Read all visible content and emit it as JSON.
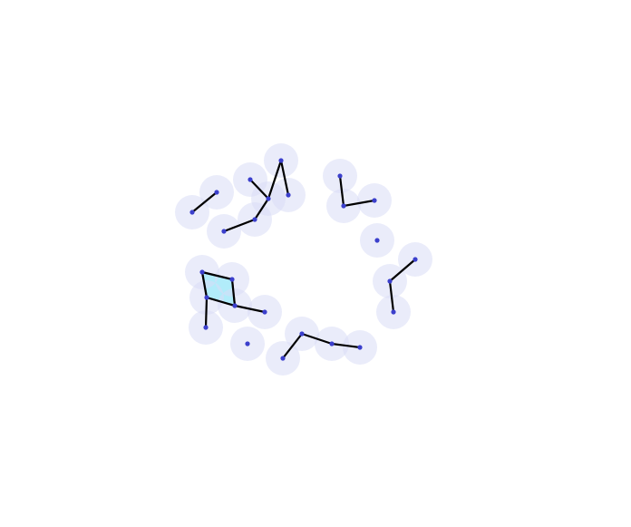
{
  "diagram": {
    "type": "graph",
    "colors": {
      "background": "#ffffff",
      "halo": "#d8dcf5",
      "node": "#3b3fcc",
      "edge": "#000000",
      "face": "#80ffff"
    },
    "nodes": [
      {
        "id": "n1"
      },
      {
        "id": "n2"
      },
      {
        "id": "n3"
      },
      {
        "id": "n4"
      },
      {
        "id": "n5"
      },
      {
        "id": "n6"
      },
      {
        "id": "n7"
      },
      {
        "id": "n8"
      },
      {
        "id": "n9"
      },
      {
        "id": "n10"
      },
      {
        "id": "n11"
      },
      {
        "id": "n12"
      },
      {
        "id": "n13"
      },
      {
        "id": "n14"
      },
      {
        "id": "n15"
      },
      {
        "id": "n16"
      },
      {
        "id": "n17"
      },
      {
        "id": "n18"
      },
      {
        "id": "n19"
      },
      {
        "id": "n20"
      },
      {
        "id": "n21"
      },
      {
        "id": "n22"
      },
      {
        "id": "n23"
      },
      {
        "id": "n24"
      },
      {
        "id": "n25"
      },
      {
        "id": "n26"
      }
    ],
    "edges": [
      [
        "n1",
        "n2"
      ],
      [
        "n3",
        "n4"
      ],
      [
        "n4",
        "n5"
      ],
      [
        "n5",
        "n6"
      ],
      [
        "n4",
        "n7"
      ],
      [
        "n7",
        "n8"
      ],
      [
        "n9",
        "n10"
      ],
      [
        "n10",
        "n11"
      ],
      [
        "n13",
        "n14"
      ],
      [
        "n14",
        "n15"
      ],
      [
        "n16",
        "n17"
      ],
      [
        "n17",
        "n18"
      ],
      [
        "n18",
        "n19"
      ],
      [
        "n19",
        "n16"
      ],
      [
        "n18",
        "n20"
      ],
      [
        "n19",
        "n21"
      ],
      [
        "n23",
        "n24"
      ],
      [
        "n24",
        "n25"
      ],
      [
        "n25",
        "n26"
      ]
    ],
    "faces": [
      [
        "n16",
        "n17",
        "n18",
        "n19"
      ]
    ]
  }
}
